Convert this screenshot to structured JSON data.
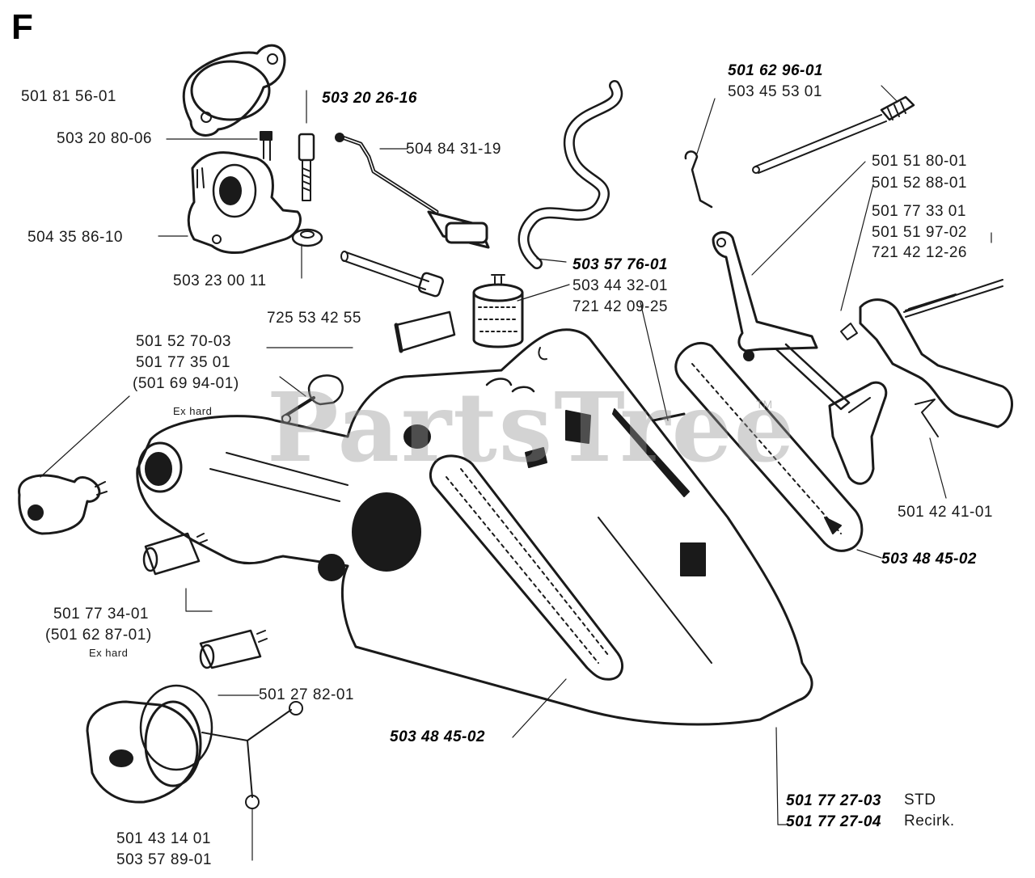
{
  "section": "F",
  "watermark": {
    "text": "PartsTree",
    "mark": "TM"
  },
  "labels": {
    "p1": "501 81 56-01",
    "p2": "503 20 80-06",
    "p3": "503 20 26-16",
    "p4": "504 84 31-19",
    "p5": "504 35 86-10",
    "p6": "503 23 00 11",
    "p7": "725 53 42 55",
    "p8a": "501 52 70-03",
    "p8b": "501 77 35 01",
    "p8c": "(501 69 94-01)",
    "p8note": "Ex hard",
    "p9": "503 57 76-01",
    "p10a": "503 44 32-01",
    "p10b": "721 42 09-25",
    "p11a": "501 62 96-01",
    "p11b": "503 45 53 01",
    "p12a": "501 51 80-01",
    "p12b": "501 52 88-01",
    "p12c": "501 77 33 01",
    "p12d": "501 51 97-02",
    "p12e": "721 42 12-26",
    "p13": "501 42 41-01",
    "p14": "503 48 45-02",
    "p15a": "501 77 34-01",
    "p15b": "(501 62 87-01)",
    "p15note": "Ex hard",
    "p16": "501 27 82-01",
    "p17": "503 48 45-02",
    "p18a": "501 43 14 01",
    "p18b": "503 57 89-01",
    "p19a": "501 77 27-03",
    "p19aSuffix": "STD",
    "p19b": "501 77 27-04",
    "p19bSuffix": "Recirk."
  },
  "colors": {
    "ink": "#1a1a1a",
    "paper": "#ffffff",
    "watermark": "#969696"
  }
}
